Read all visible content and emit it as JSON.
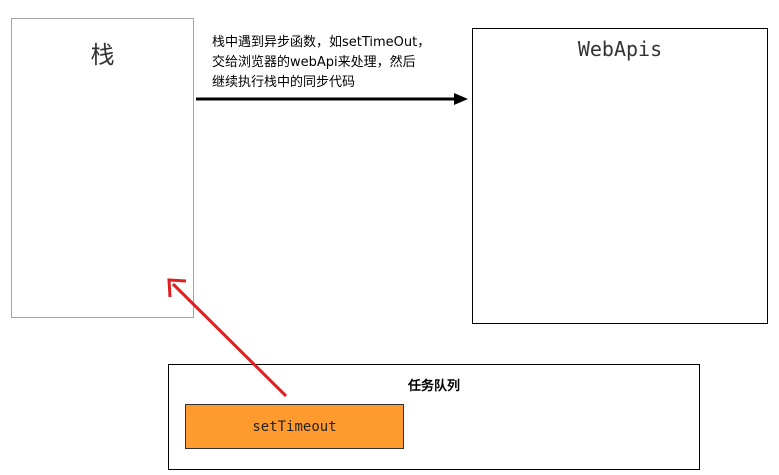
{
  "stack": {
    "title": "栈"
  },
  "webapis": {
    "title": "WebApis"
  },
  "note": {
    "text": "栈中遇到异步函数，如setTimeOut，\n交给浏览器的webApi来处理，然后\n继续执行栈中的同步代码"
  },
  "queue": {
    "title": "任务队列",
    "items": [
      "setTimeout"
    ]
  },
  "colors": {
    "task_fill": "#ff9a2e",
    "return_arrow": "#e02020",
    "handoff_arrow": "#000000"
  }
}
